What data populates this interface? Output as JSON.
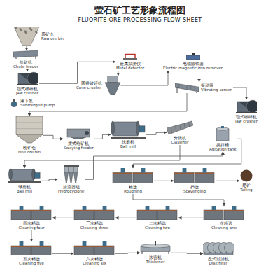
{
  "diagram": {
    "title": "萤石矿工艺形象流程图",
    "nodes": [
      {
        "text": [
          "原矿仓",
          "Raw ore bin"
        ]
      },
      {
        "text": [
          "给矿机",
          "Chute feeder"
        ]
      },
      {
        "text": [
          "颚式破碎机",
          "Jaw crusher"
        ]
      },
      {
        "text": [
          "金属探测仪",
          "Metal detector"
        ]
      },
      {
        "text": [
          "圆锥破碎机",
          "Cone crusher"
        ]
      },
      {
        "text": [
          "电磁除铁器",
          "Electric magnetic iron remover"
        ]
      },
      {
        "text": [
          "振动筛",
          "Vibrating screen"
        ]
      },
      {
        "text": [
          "颚式破碎机",
          "Jaw crusher"
        ]
      },
      {
        "text": [
          "液下泵",
          "Submerged pump"
        ]
      },
      {
        "text": [
          "粉矿仓",
          "Fine ore bin"
        ]
      },
      {
        "text": [
          "摆式给矿机",
          "Swaying feeder"
        ]
      },
      {
        "text": [
          "球磨机",
          "Ball mill"
        ]
      },
      {
        "text": [
          "分级机",
          "Classifier"
        ]
      },
      {
        "text": [
          "搅拌槽",
          "Agitation tank"
        ]
      },
      {
        "text": [
          "球磨机",
          "Ball mill"
        ]
      },
      {
        "text": [
          "旋流器组",
          "Hydrocyclone"
        ]
      },
      {
        "text": [
          "粗选",
          "Roughing"
        ]
      },
      {
        "text": [
          "扫选",
          "Scavenging"
        ]
      },
      {
        "text": [
          "尾矿",
          "Tailing"
        ]
      },
      {
        "text": [
          "四次精选",
          "Cleaning four"
        ]
      },
      {
        "text": [
          "三次精选",
          "Cleaning three"
        ]
      },
      {
        "text": [
          "二次精选",
          "Cleaning two"
        ]
      },
      {
        "text": [
          "一次精选",
          "Cleaning one"
        ]
      },
      {
        "text": [
          "五次精选",
          "Cleaning five"
        ]
      },
      {
        "text": [
          "六次精选",
          "Cleaning six"
        ]
      },
      {
        "text": [
          "浓密机",
          "Thickener"
        ]
      },
      {
        "text": [
          "盘式过滤机",
          "Disk filter"
        ]
      }
    ],
    "edges": [
      {
        "from": 0,
        "to": 1,
        "arrow": "to"
      },
      {
        "from": 1,
        "to": 2,
        "arrow": "to"
      },
      {
        "from": 2,
        "to": 3,
        "arrow": "to"
      },
      {
        "from": 3,
        "to": 4,
        "arrow": "to"
      },
      {
        "from": 4,
        "to": 5,
        "arrow": "to"
      },
      {
        "from": 5,
        "to": 6,
        "arrow": "to"
      },
      {
        "from": 6,
        "to": 7,
        "arrow": "to"
      },
      {
        "from": 6,
        "to": 9,
        "arrow": "to"
      },
      {
        "from": 9,
        "to": 10,
        "arrow": "to"
      },
      {
        "from": 10,
        "to": 11,
        "arrow": "to"
      },
      {
        "from": 11,
        "to": 12,
        "arrow": "to"
      },
      {
        "from": 12,
        "to": 14,
        "arrow": "to"
      },
      {
        "from": 14,
        "to": 15,
        "arrow": "to"
      },
      {
        "from": 15,
        "to": 13,
        "arrow": "to"
      },
      {
        "from": 13,
        "to": 16,
        "arrow": "to"
      },
      {
        "from": 16,
        "to": 17,
        "arrow": "to"
      },
      {
        "from": 17,
        "to": 18,
        "arrow": "to"
      },
      {
        "from": 16,
        "to": 22,
        "arrow": "to"
      },
      {
        "from": 22,
        "to": 21,
        "arrow": "to"
      },
      {
        "from": 21,
        "to": 20,
        "arrow": "to"
      },
      {
        "from": 20,
        "to": 19,
        "arrow": "to"
      },
      {
        "from": 19,
        "to": 23,
        "arrow": "to"
      },
      {
        "from": 23,
        "to": 24,
        "arrow": "to"
      },
      {
        "from": 24,
        "to": 25,
        "arrow": "to"
      },
      {
        "from": 25,
        "to": 26,
        "arrow": "to"
      }
    ],
    "labels": [
      "FLUORITE ORE PROCESSING FLOW SHEET"
    ]
  }
}
